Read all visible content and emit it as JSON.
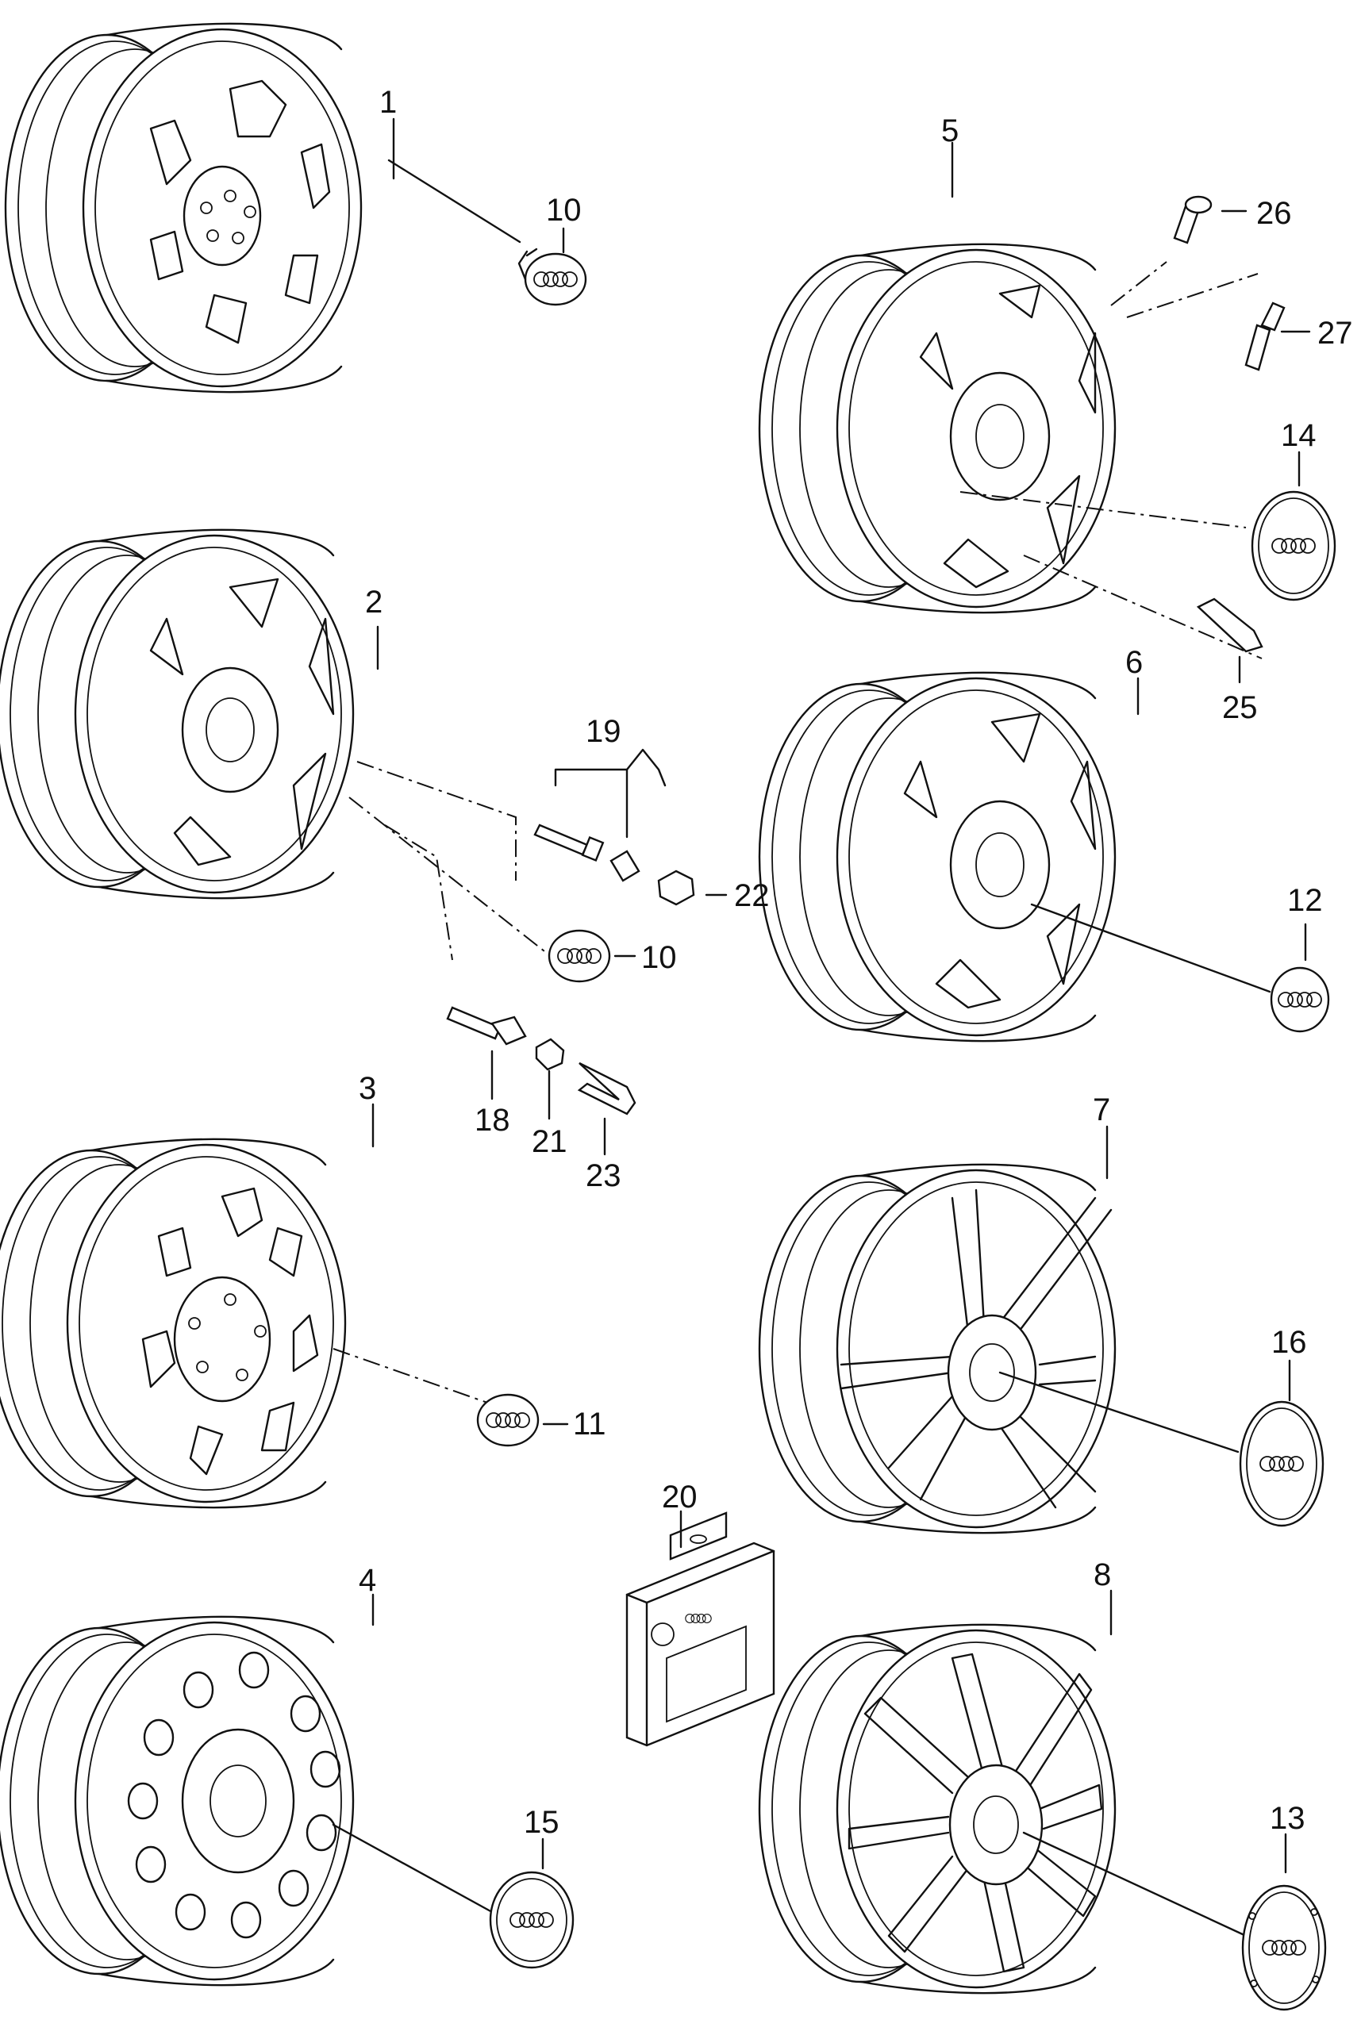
{
  "parts": [
    {
      "id": "wheel-1",
      "label": "1",
      "kind": "alloy wheel, 6-spoke"
    },
    {
      "id": "wheel-2",
      "label": "2",
      "kind": "alloy wheel, 5-spoke"
    },
    {
      "id": "wheel-3",
      "label": "3",
      "kind": "alloy wheel, 7-window"
    },
    {
      "id": "wheel-4",
      "label": "4",
      "kind": "steel wheel, 12-hole"
    },
    {
      "id": "wheel-5",
      "label": "5",
      "kind": "alloy wheel, 5-spoke"
    },
    {
      "id": "wheel-6",
      "label": "6",
      "kind": "alloy wheel, 5-spoke"
    },
    {
      "id": "wheel-7",
      "label": "7",
      "kind": "alloy wheel, 6-spoke"
    },
    {
      "id": "wheel-8",
      "label": "8",
      "kind": "alloy wheel, 10-spoke"
    },
    {
      "id": "hub-cap-10a",
      "label": "10",
      "kind": "hub cap"
    },
    {
      "id": "hub-cap-10b",
      "label": "10",
      "kind": "hub cap"
    },
    {
      "id": "hub-cap-11",
      "label": "11",
      "kind": "hub cap"
    },
    {
      "id": "hub-cap-12",
      "label": "12",
      "kind": "hub cap"
    },
    {
      "id": "hub-cap-13",
      "label": "13",
      "kind": "hub cap"
    },
    {
      "id": "hub-cap-14",
      "label": "14",
      "kind": "hub cap"
    },
    {
      "id": "hub-cap-15",
      "label": "15",
      "kind": "hub cap"
    },
    {
      "id": "hub-cap-16",
      "label": "16",
      "kind": "hub cap"
    },
    {
      "id": "bolt-18",
      "label": "18",
      "kind": "wheel bolt"
    },
    {
      "id": "valve-group-19",
      "label": "19",
      "kind": "valve set"
    },
    {
      "id": "lock-set-20",
      "label": "20",
      "kind": "locking bolt set"
    },
    {
      "id": "collar-21",
      "label": "21",
      "kind": "collar"
    },
    {
      "id": "cap-22",
      "label": "22",
      "kind": "bolt cap"
    },
    {
      "id": "clip-23",
      "label": "23",
      "kind": "puller clip"
    },
    {
      "id": "weight-25",
      "label": "25",
      "kind": "balance weight"
    },
    {
      "id": "valve-26",
      "label": "26",
      "kind": "valve"
    },
    {
      "id": "valve-27",
      "label": "27",
      "kind": "valve"
    }
  ],
  "colors": {
    "ink": "#111111",
    "paper": "#ffffff"
  },
  "icons": {
    "hub_logo": "four-rings-icon"
  }
}
